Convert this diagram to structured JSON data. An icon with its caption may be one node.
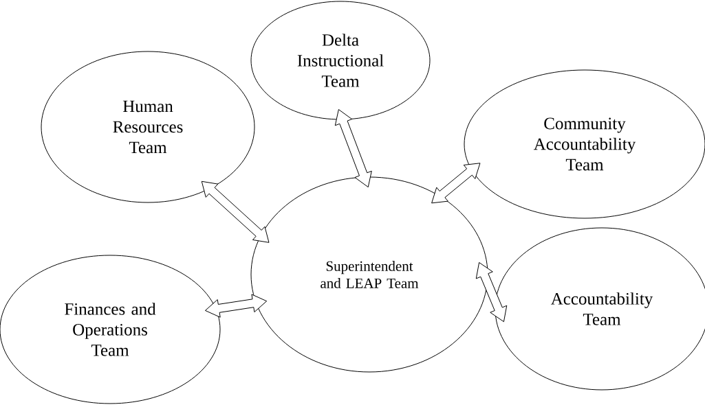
{
  "diagram": {
    "nodes": [
      {
        "text": [
          "Delta Instructional Team"
        ]
      },
      {
        "text": [
          "Human Resources Team"
        ]
      },
      {
        "text": [
          "Community Accountability Team"
        ]
      },
      {
        "text": [
          "Superintendent and LEAP Team"
        ]
      },
      {
        "text": [
          "Finances and Operations Team"
        ]
      },
      {
        "text": [
          "Accountability Team"
        ]
      }
    ],
    "edges": [
      {
        "from": 0,
        "to": 3,
        "arrow": "both"
      },
      {
        "from": 1,
        "to": 3,
        "arrow": "both"
      },
      {
        "from": 2,
        "to": 3,
        "arrow": "both"
      },
      {
        "from": 4,
        "to": 3,
        "arrow": "both"
      },
      {
        "from": 5,
        "to": 3,
        "arrow": "both"
      }
    ]
  }
}
